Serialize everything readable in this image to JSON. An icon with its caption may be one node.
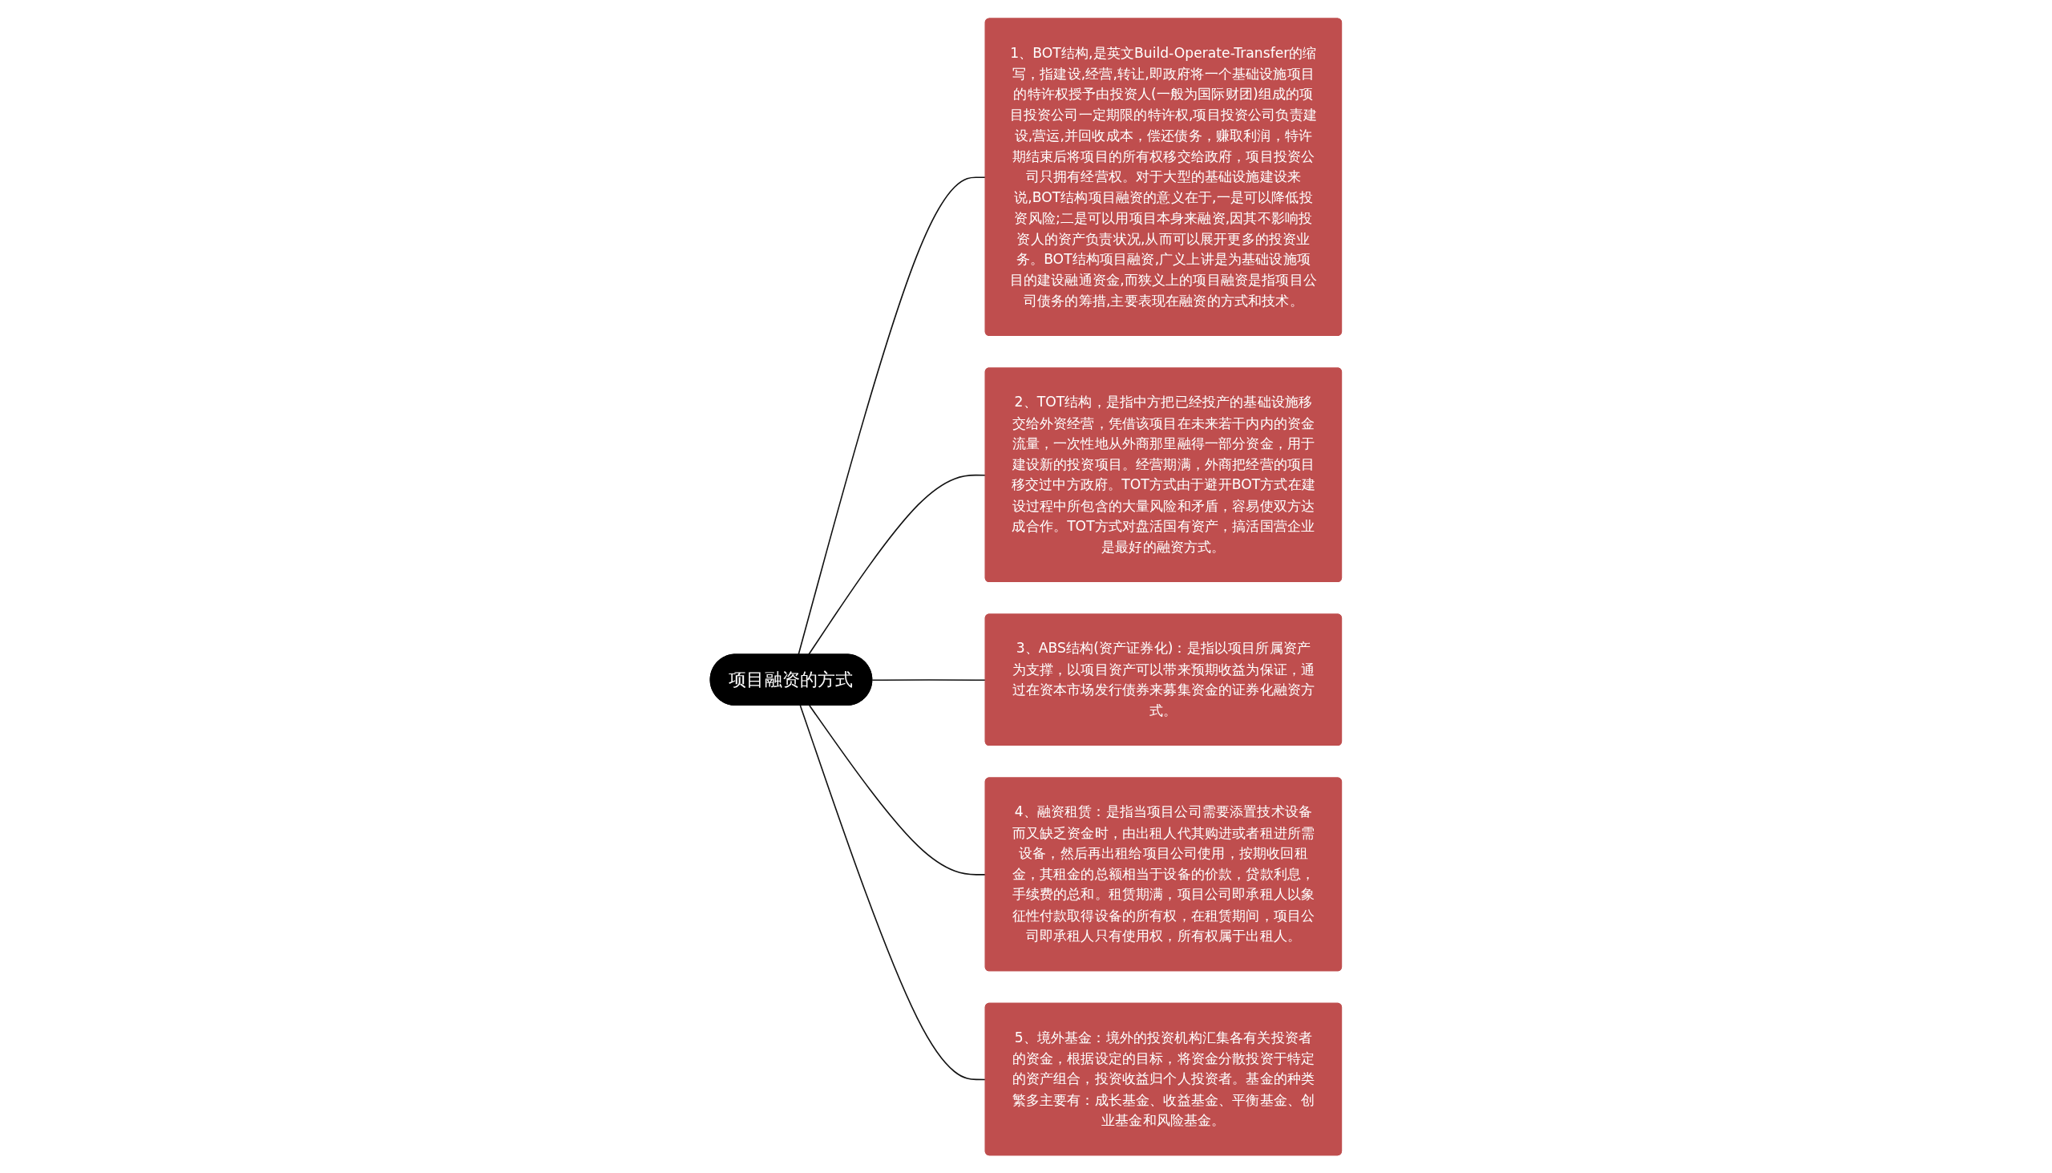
{
  "diagram": {
    "nodes": [
      {
        "text": [
          "项目融资的方式"
        ]
      },
      {
        "text": [
          "1、BOT结构,是英文Build-Operate-Transfer的缩写，指建设,经营,转让,即政府将一个基础设施项目的特许权授予由投资人(一般为国际财团)组成的项目投资公司一定期限的特许权,项目投资公司负责建设,营运,并回收成本，偿还债务，赚取利润，特许期结束后将项目的所有权移交给政府，项目投资公司只拥有经营权。对于大型的基础设施建设来说,BOT结构项目融资的意义在于,一是可以降低投资风险;二是可以用项目本身来融资,因其不影响投资人的资产负责状况,从而可以展开更多的投资业务。BOT结构项目融资,广义上讲是为基础设施项目的建设融通资金,而狭义上的项目融资是指项目公司债务的筹措,主要表现在融资的方式和技术。"
        ]
      },
      {
        "text": [
          "2、TOT结构，是指中方把已经投产的基础设施移交给外资经营，凭借该项目在未来若干内内的资金流量，一次性地从外商那里融得一部分资金，用于建设新的投资项目。经营期满，外商把经营的项目移交过中方政府。TOT方式由于避开BOT方式在建设过程中所包含的大量风险和矛盾，容易使双方达成合作。TOT方式对盘活国有资产，搞活国营企业是最好的融资方式。"
        ]
      },
      {
        "text": [
          "3、ABS结构(资产证券化)：是指以项目所属资产为支撑，以项目资产可以带来预期收益为保证，通过在资本市场发行债券来募集资金的证券化融资方式。"
        ]
      },
      {
        "text": [
          "4、融资租赁：是指当项目公司需要添置技术设备而又缺乏资金时，由出租人代其购进或者租进所需设备，然后再出租给项目公司使用，按期收回租金，其租金的总额相当于设备的价款，贷款利息，手续费的总和。租赁期满，项目公司即承租人以象征性付款取得设备的所有权，在租赁期间，项目公司即承租人只有使用权，所有权属于出租人。"
        ]
      },
      {
        "text": [
          "5、境外基金：境外的投资机构汇集各有关投资者的资金，根据设定的目标，将资金分散投资于特定的资产组合，投资收益归个人投资者。基金的种类繁多主要有：成长基金、收益基金、平衡基金、创业基金和风险基金。"
        ]
      }
    ],
    "edges": [
      {
        "from": 0,
        "to": 1,
        "arrow": "none"
      },
      {
        "from": 0,
        "to": 2,
        "arrow": "none"
      },
      {
        "from": 0,
        "to": 3,
        "arrow": "none"
      },
      {
        "from": 0,
        "to": 4,
        "arrow": "none"
      },
      {
        "from": 0,
        "to": 5,
        "arrow": "none"
      }
    ]
  }
}
